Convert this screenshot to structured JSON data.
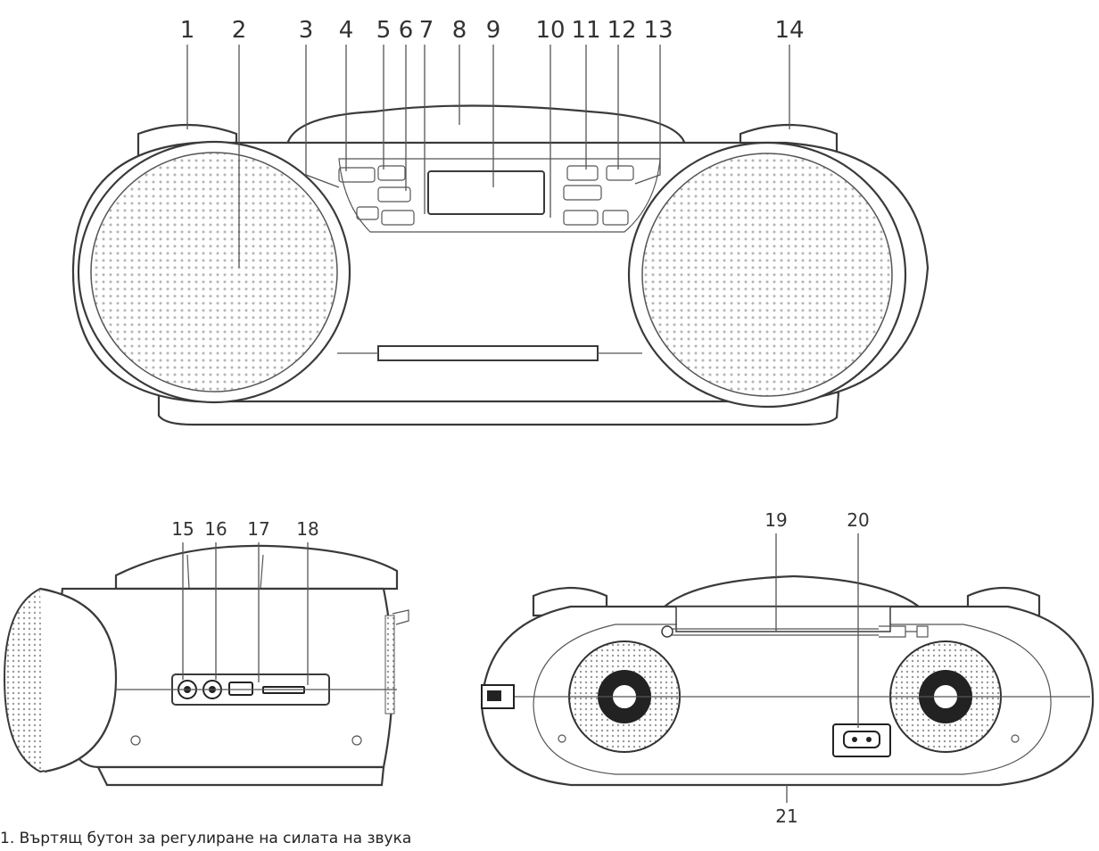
{
  "front_view": {
    "callouts": [
      "1",
      "2",
      "3",
      "4",
      "5",
      "6",
      "7",
      "8",
      "9",
      "10",
      "11",
      "12",
      "13",
      "14"
    ]
  },
  "side_view": {
    "callouts": [
      "15",
      "16",
      "17",
      "18"
    ]
  },
  "back_view": {
    "callouts": [
      "19",
      "20",
      "21"
    ]
  },
  "caption": "1. Въртящ бутон за регулиране на силата на звука",
  "colors": {
    "line": "#3a3a3a",
    "text": "#333333",
    "grille": "#b5b5b5",
    "woofer": "#222222"
  }
}
